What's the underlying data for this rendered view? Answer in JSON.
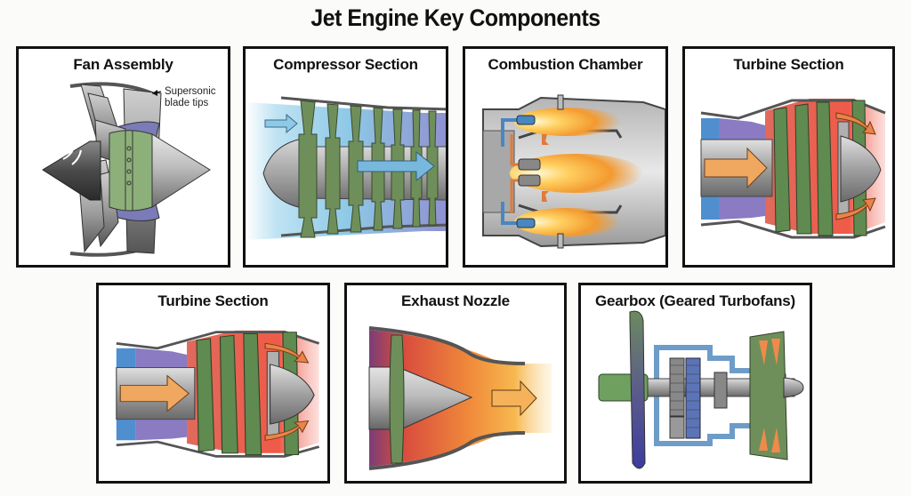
{
  "title": "Jet Engine Key Components",
  "panels": [
    {
      "id": "fan-assembly",
      "title": "Fan Assembly",
      "callout": {
        "line1": "Supersonic",
        "line2": "blade tips"
      }
    },
    {
      "id": "compressor-section",
      "title": "Compressor Section"
    },
    {
      "id": "combustion-chamber",
      "title": "Combustion Chamber"
    },
    {
      "id": "turbine-section-1",
      "title": "Turbine Section"
    },
    {
      "id": "turbine-section-2",
      "title": "Turbine Section"
    },
    {
      "id": "exhaust-nozzle",
      "title": "Exhaust Nozzle"
    },
    {
      "id": "gearbox",
      "title": "Gearbox (Geared Turbofans)"
    }
  ],
  "colors": {
    "blade_green": "#6f8f5a",
    "hub_green": "#8db07a",
    "metal_gray": "#9a9a9a",
    "air_blue": "#8ec9e6",
    "hot_red": "#ee5a4a",
    "flame_orange": "#f7a43a",
    "arrow_orange": "#f0a860",
    "purple": "#7b78b8",
    "outline": "#222222"
  }
}
